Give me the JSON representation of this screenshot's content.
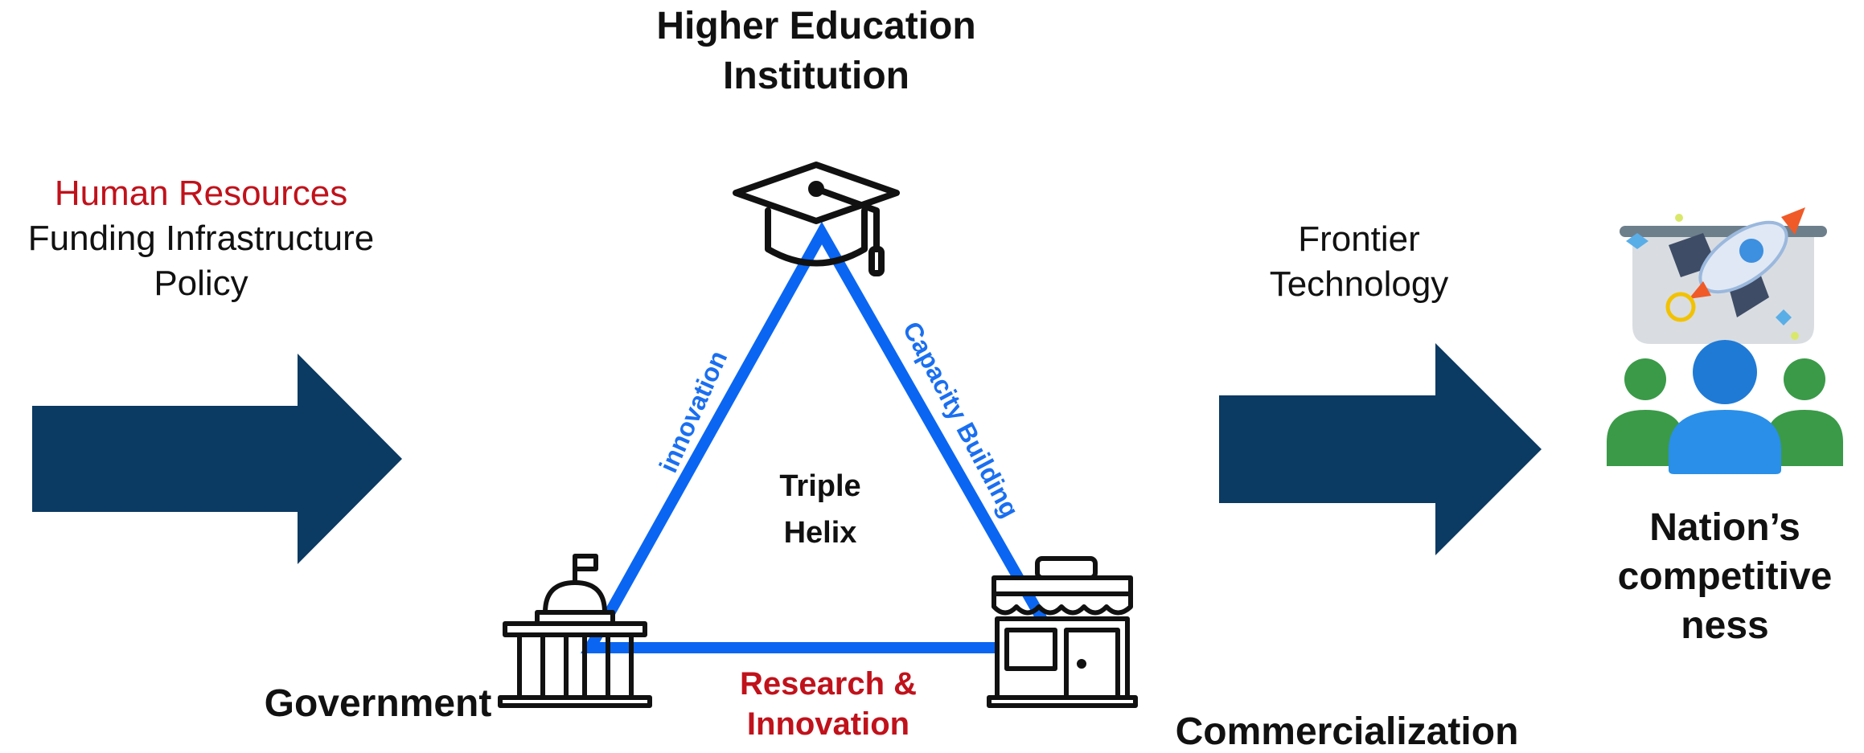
{
  "title": {
    "line1": "Higher Education",
    "line2": "Institution"
  },
  "inputs": {
    "human_resources": "Human Resources",
    "funding": "Funding Infrastructure",
    "policy": "Policy"
  },
  "output_note": {
    "line1": "Frontier",
    "line2": "Technology"
  },
  "outcome": {
    "line1": "Nation’s",
    "line2": "competitive",
    "line3": "ness"
  },
  "center": {
    "line1": "Triple",
    "line2": "Helix"
  },
  "edges": {
    "left": "innovation",
    "right": "Capacity Building",
    "bottom_line1": "Research &",
    "bottom_line2": "Innovation"
  },
  "nodes": {
    "government": "Government",
    "commercialization": "Commercialization"
  },
  "colors": {
    "arrow": "#0b3a63",
    "triangle": "#0a66f2",
    "accent_red": "#c0121b",
    "edge_text": "#1a6ff0",
    "text": "#111111"
  },
  "icons": [
    "graduation-cap-icon",
    "government-building-icon",
    "storefront-icon",
    "people-rocket-icon"
  ]
}
